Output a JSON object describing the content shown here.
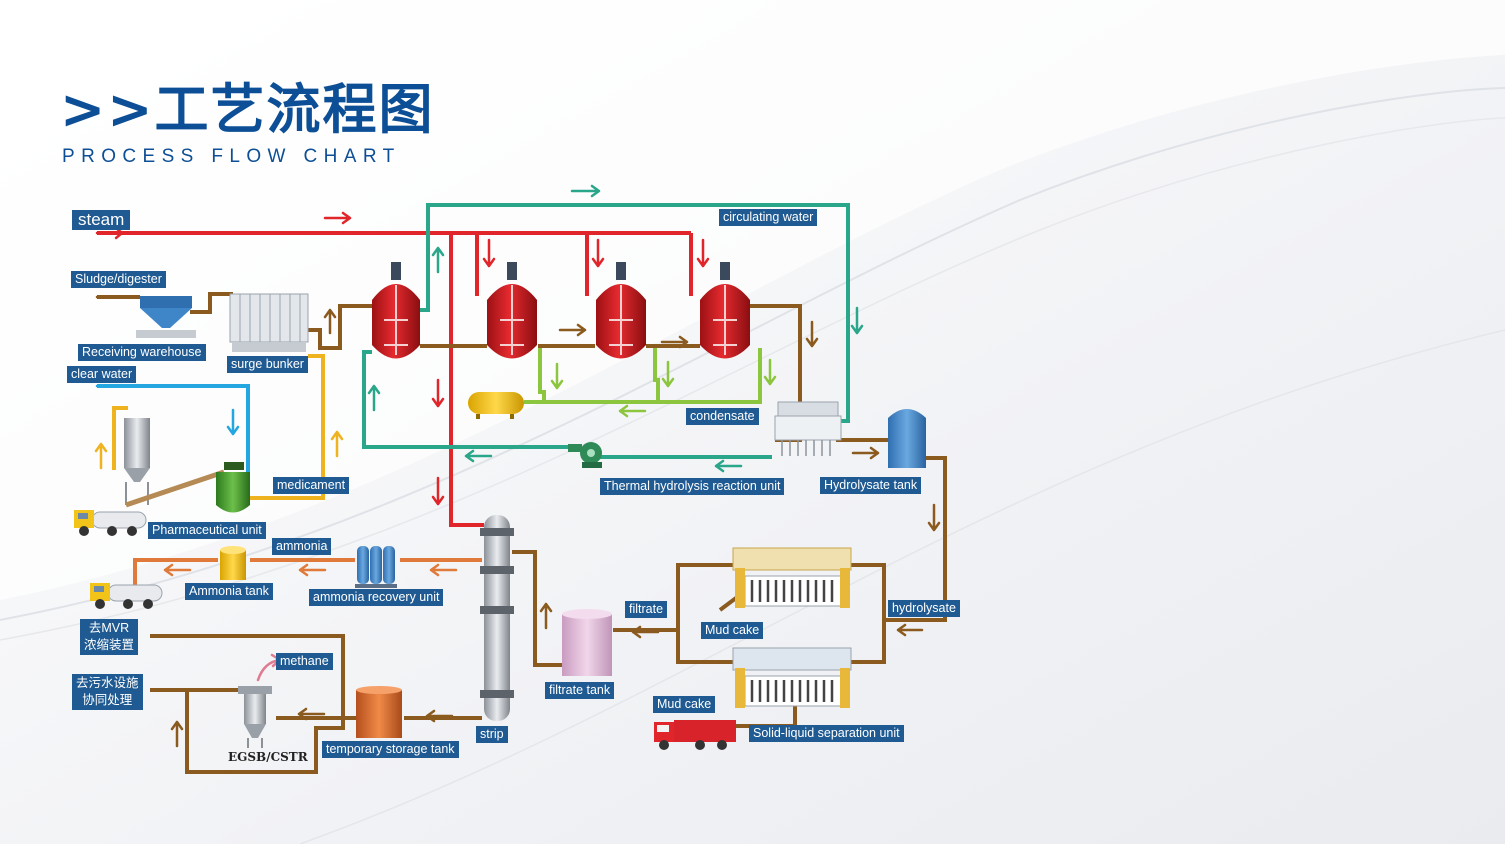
{
  "header": {
    "title_cn": ">>工艺流程图",
    "title_en": "PROCESS FLOW CHART"
  },
  "labels": {
    "steam": "steam",
    "circulating_water": "circulating water",
    "sludge_digester": "Sludge/digester",
    "receiving_warehouse": "Receiving warehouse",
    "surge_bunker": "surge bunker",
    "clear_water": "clear water",
    "condensate": "condensate",
    "medicament": "medicament",
    "thermal_hydrolysis_unit": "Thermal hydrolysis reaction unit",
    "hydrolysate_tank": "Hydrolysate tank",
    "pharmaceutical_unit": "Pharmaceutical unit",
    "ammonia": "ammonia",
    "ammonia_tank": "Ammonia tank",
    "ammonia_recovery_unit": "ammonia recovery unit",
    "filtrate": "filtrate",
    "hydrolysate": "hydrolysate",
    "mud_cake_1": "Mud cake",
    "mud_cake_2": "Mud cake",
    "mvr_line1": "去MVR",
    "mvr_line2": "浓缩装置",
    "sewage_line1": "去污水设施",
    "sewage_line2": "协同处理",
    "methane": "methane",
    "filtrate_tank": "filtrate tank",
    "strip": "strip",
    "temporary_storage_tank": "temporary storage tank",
    "solid_liquid_separation_unit": "Solid-liquid separation unit",
    "egsb_cstr": "EGSB/CSTR"
  },
  "colors": {
    "title_blue": "#0d4f96",
    "label_bg": "#1f5a92",
    "steam_red": "#e0262b",
    "circulating_teal": "#2aa68a",
    "sludge_brown": "#8a5a1e",
    "clear_water_blue": "#24a6e0",
    "medicament_yellow": "#f0b320",
    "condensate_green": "#8cc63f",
    "ammonia_orange": "#e07a3a"
  }
}
